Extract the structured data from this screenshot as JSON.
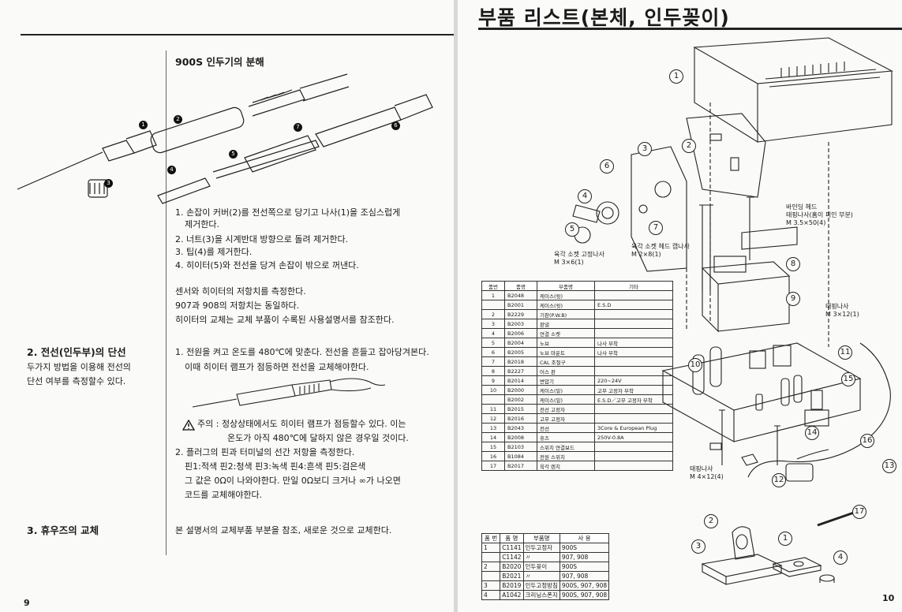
{
  "left": {
    "section_title": "900S 인두기의 분해",
    "part_markers": [
      "1",
      "2",
      "3",
      "4",
      "5",
      "6",
      "7"
    ],
    "steps": [
      "1. 손잡이 커버(2)를 전선쪽으로 당기고 나사(1)을 조심스럽게",
      "제거한다.",
      "2. 너트(3)을 시계반대 방향으로 돌려 제거한다.",
      "3. 팁(4)를 제거한다.",
      "4. 히이터(5)와 전선을 당겨 손잡이 밖으로 꺼낸다."
    ],
    "measure": [
      "센서와 히이터의 저항치를 측정한다.",
      "907과 908의 저항치는 동일하다.",
      "히이터의 교체는 교체 부품이 수록된 사용설명서를 참조한다."
    ],
    "sec2_title": "2. 전선(인두부)의 단선",
    "sec2_desc": [
      "두가지 방법을 이용해 전선의",
      "단선 여부를 측정할수 있다."
    ],
    "sec2_steps": [
      "1. 전원을 켜고 온도를 480℃에 맞춘다. 전선을 흔들고 잡아당겨본다.",
      "이때 히이터 램프가 점등하면 전선을 교체해야한다."
    ],
    "caution": [
      "주의 : 정상상태에서도 히이터 램프가 점등할수 있다. 이는",
      "온도가 아직 480℃에 달하지 않은 경우일 것이다."
    ],
    "sec2_steps2": [
      "2. 플러그의 핀과 터미널의 선간 저항을 측정한다.",
      "핀1:적색   핀2:청색   핀3:녹색   핀4:흔색   핀5:검은색",
      "그 값은 0Ω이 나와야한다. 만일 0Ω보디 크거나 ∞가 나오면",
      "코드를 교체해야한다."
    ],
    "sec3_title": "3. 휴우즈의 교체",
    "sec3_text": "본 설명서의 교체부품 부분을 참조, 새로운 것으로 교체한다.",
    "page_number": "9"
  },
  "right": {
    "title": "부품 리스트(본체, 인두꽂이)",
    "callouts": [
      "1",
      "2",
      "3",
      "4",
      "5",
      "6",
      "7",
      "8",
      "9",
      "10",
      "11",
      "12",
      "13",
      "14",
      "15",
      "16",
      "17"
    ],
    "stand_callouts": [
      "1",
      "2",
      "3",
      "4",
      "17"
    ],
    "notes": {
      "socket_screw": [
        "육각 소켓 고정나사",
        "M 3×6(1)"
      ],
      "socket_head": [
        "육각 소켓 헤드 캡나사",
        "M 2×8(1)"
      ],
      "binding_head": [
        "바인딩 헤드",
        "태핑나사(홈이 피인 부분)",
        "M 3.5×50(4)"
      ],
      "tapping_1": [
        "태핑나사",
        "M 3×12(1)"
      ],
      "tapping_2": [
        "태핑나사",
        "M 4×12(4)"
      ]
    },
    "parts_table": {
      "headers": [
        "품번",
        "품명",
        "부품명",
        "기타"
      ],
      "rows": [
        [
          "1",
          "B2048",
          "케이스(윗)",
          ""
        ],
        [
          "",
          "B2001",
          "케이스(윗)",
          "E.S.D"
        ],
        [
          "2",
          "B2229",
          "기판(P.W.B)",
          ""
        ],
        [
          "3",
          "B2003",
          "판넬",
          ""
        ],
        [
          "4",
          "B2006",
          "연결 소켓",
          ""
        ],
        [
          "5",
          "B2004",
          "노브",
          "나사 부착"
        ],
        [
          "6",
          "B2005",
          "노브 마운트",
          "나사 부착"
        ],
        [
          "7",
          "B2018",
          "CAL 조절구",
          ""
        ],
        [
          "8",
          "B2227",
          "어스 판",
          ""
        ],
        [
          "9",
          "B2014",
          "변압기",
          "220~24V"
        ],
        [
          "10",
          "B2000",
          "케이스(밑)",
          "고무 고정자 부착"
        ],
        [
          "",
          "B2002",
          "케이스(밑)",
          "E.S.D／고무 고정자 부착"
        ],
        [
          "11",
          "B2015",
          "전선 고정자",
          ""
        ],
        [
          "12",
          "B2016",
          "고무 고정자",
          ""
        ],
        [
          "13",
          "B2043",
          "전선",
          "3Core & European Plug"
        ],
        [
          "14",
          "B2008",
          "휴즈",
          "250V-0.8A"
        ],
        [
          "15",
          "B2103",
          "스위치 연결보드",
          ""
        ],
        [
          "16",
          "B1084",
          "전원 스위치",
          ""
        ],
        [
          "17",
          "B2017",
          "육각 렌치",
          ""
        ]
      ]
    },
    "acc_table": {
      "headers": [
        "품 번",
        "품 명",
        "부품명",
        "사 용"
      ],
      "rows": [
        [
          "1",
          "C1141",
          "인두고정자",
          "900S"
        ],
        [
          "",
          "C1142",
          "〃",
          "907, 908"
        ],
        [
          "2",
          "B2020",
          "인두꽂이",
          "900S"
        ],
        [
          "",
          "B2021",
          "〃",
          "907, 908"
        ],
        [
          "3",
          "B2019",
          "인두고정방침",
          "900S, 907, 908"
        ],
        [
          "4",
          "A1042",
          "크리닝스폰지",
          "900S, 907, 908"
        ]
      ]
    },
    "page_number": "10"
  }
}
